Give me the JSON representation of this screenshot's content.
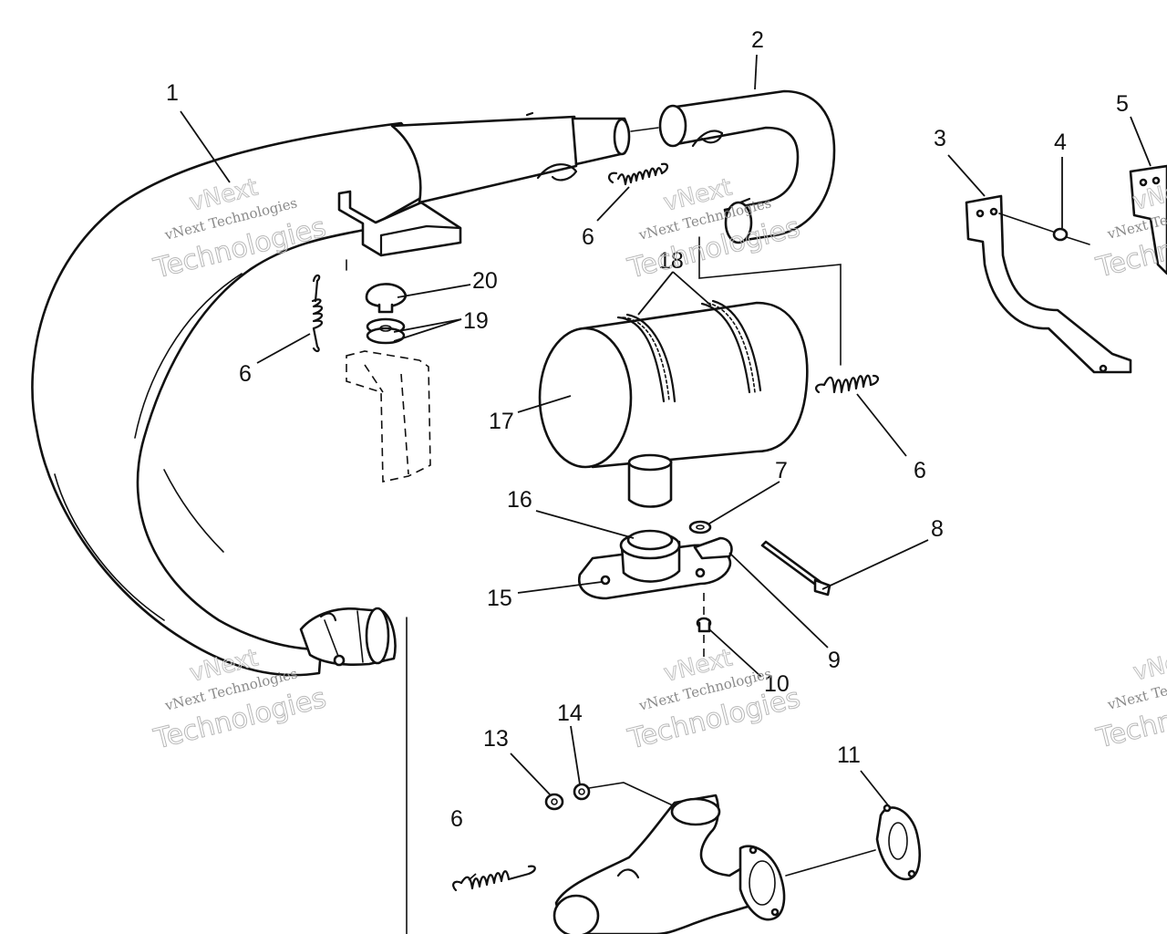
{
  "watermark": {
    "line1": "vNext Technologies",
    "line2": "Technologies",
    "line3": "vNext"
  },
  "callouts": [
    "1",
    "2",
    "3",
    "4",
    "5",
    "6",
    "6",
    "6",
    "6",
    "7",
    "8",
    "9",
    "10",
    "11",
    "13",
    "14",
    "15",
    "16",
    "17",
    "18",
    "19",
    "20"
  ]
}
